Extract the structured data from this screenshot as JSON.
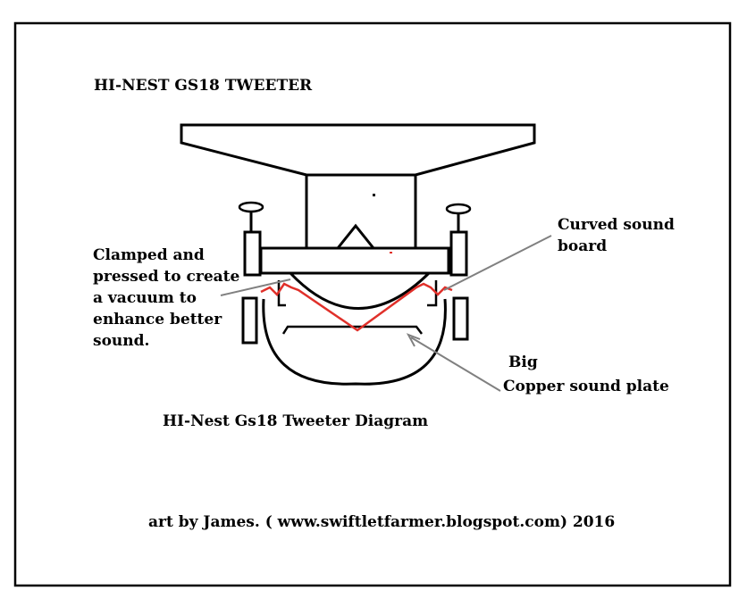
{
  "title": "HI-NEST GS18 TWEETER",
  "labels": {
    "left_callout": "Clamped and\npressed to create\na vacuum to\nenhance better\nsound.",
    "right_callout": "Curved sound\nboard",
    "bottom_callout_line1": "Big",
    "bottom_callout_line2": "Copper sound plate"
  },
  "caption": "HI-Nest Gs18 Tweeter  Diagram",
  "credit": "art by James. ( www.swiftletfarmer.blogspot.com)  2016",
  "colors": {
    "line": "#000000",
    "pointer": "#808080",
    "wave": "#e0302a",
    "background": "#ffffff"
  }
}
